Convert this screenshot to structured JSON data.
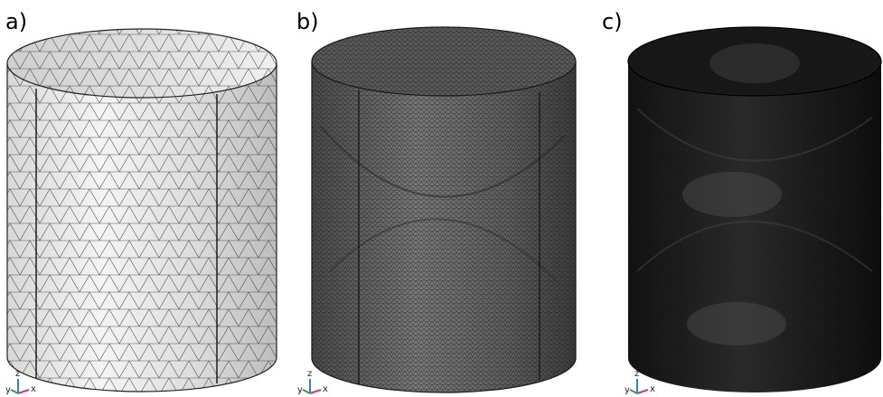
{
  "panels": [
    {
      "label": "a)"
    },
    {
      "label": "b)"
    },
    {
      "label": "c)"
    }
  ],
  "triad": {
    "x": "x",
    "y": "y",
    "z": "z"
  },
  "colors": {
    "background": "#ffffff",
    "label": "#000000",
    "z_axis": "#3a7bd5",
    "x_axis": "#d33682",
    "y_axis": "#2e9e44"
  },
  "meshes": [
    {
      "shading": "light-gray",
      "density": "coarse"
    },
    {
      "shading": "medium-gray",
      "density": "fine"
    },
    {
      "shading": "dark",
      "density": "very-fine"
    }
  ]
}
